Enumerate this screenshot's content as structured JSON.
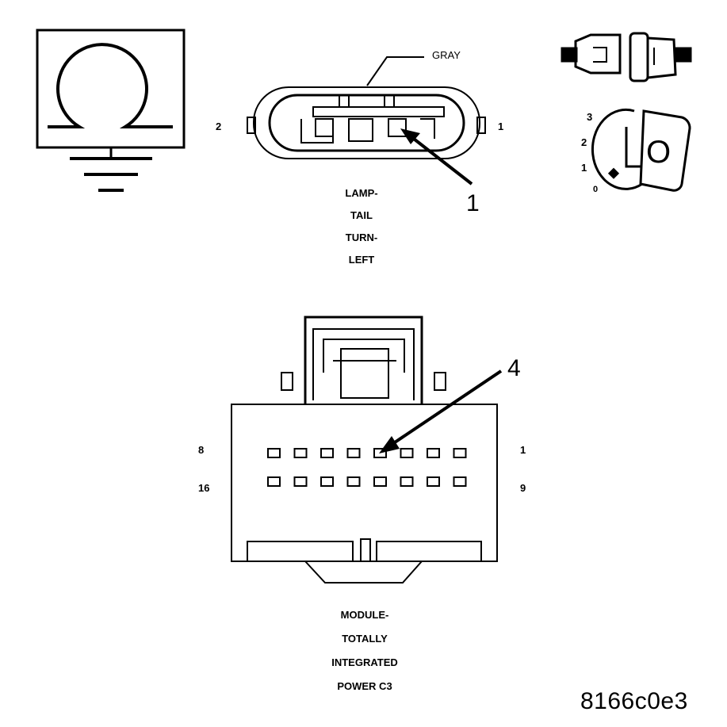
{
  "symbols": {
    "ohmmeter": "ohmmeter-symbol",
    "ground": "ground-icon",
    "key_icon": "ignition-key-icon",
    "connector_icon": "connector-disconnect-icon",
    "ignition_positions": [
      "3",
      "2",
      "1",
      "0"
    ],
    "key_letter": "O"
  },
  "lamp_connector": {
    "wire_color": "GRAY",
    "pin_left": "2",
    "pin_right": "1",
    "callout": "1",
    "caption_lines": [
      "LAMP-",
      "TAIL",
      "TURN-",
      "LEFT"
    ]
  },
  "module_connector": {
    "pin_top_left": "8",
    "pin_top_right": "1",
    "pin_bottom_left": "16",
    "pin_bottom_right": "9",
    "callout": "4",
    "caption_lines": [
      "MODULE-",
      "TOTALLY",
      "INTEGRATED",
      "POWER C3"
    ]
  },
  "figure_id": "8166c0e3"
}
